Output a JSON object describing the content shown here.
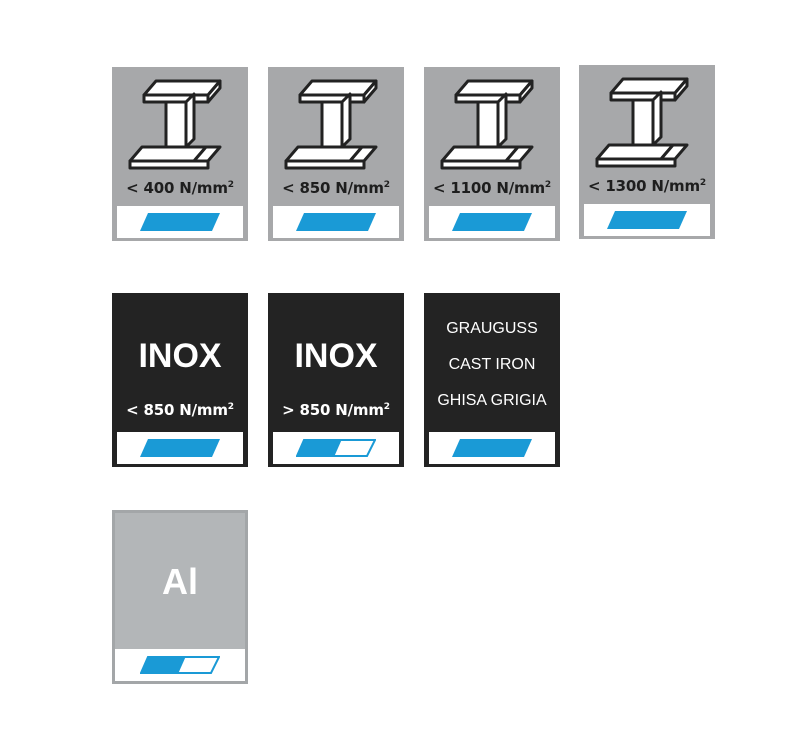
{
  "tiles": [
    {
      "label": "< 400 N/mm",
      "unit_exp": "2",
      "fill": 1
    },
    {
      "label": "< 850 N/mm",
      "unit_exp": "2",
      "fill": 1
    },
    {
      "label": "< 1100 N/mm",
      "unit_exp": "2",
      "fill": 1
    },
    {
      "label": "< 1300 N/mm",
      "unit_exp": "2",
      "fill": 1
    },
    {
      "title": "INOX",
      "label": "< 850 N/mm",
      "unit_exp": "2",
      "fill": 1
    },
    {
      "title": "INOX",
      "label": "> 850 N/mm",
      "unit_exp": "2",
      "fill": 0.5
    },
    {
      "lines": [
        "GRAUGUSS",
        "CAST IRON",
        "GHISA GRIGIA"
      ],
      "fill": 1
    },
    {
      "title": "Al",
      "fill": 0.5
    }
  ],
  "colors": {
    "accent": "#1a9ad6",
    "steel_bg": "#a7a8aa",
    "inox_bg": "#232323",
    "alu_bg": "#b3b6b8"
  },
  "icons": {
    "beam": "steel-i-beam-icon",
    "suitability": "suitability-bar-icon"
  }
}
